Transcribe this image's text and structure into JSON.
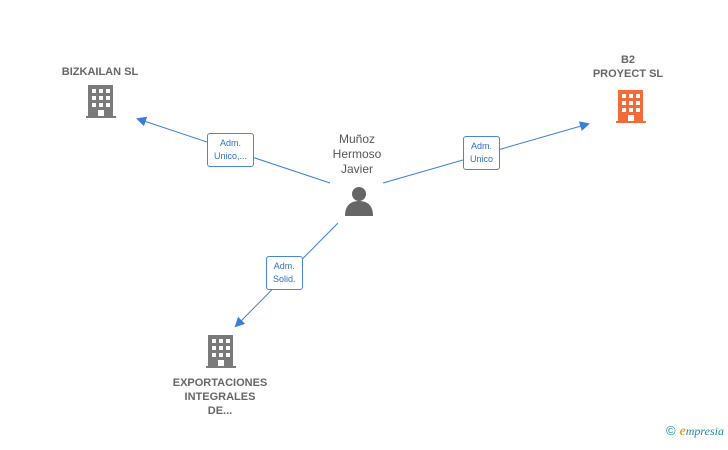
{
  "colors": {
    "edge": "#3b7dd8",
    "company_gray": "#7a7a7a",
    "company_highlight": "#f26b3a",
    "person": "#666666"
  },
  "nodes": {
    "person": {
      "line1": "Muñoz",
      "line2": "Hermoso",
      "line3": "Javier",
      "icon": "person-icon"
    },
    "bizkailan": {
      "name": "BIZKAILAN  SL",
      "icon": "building-icon"
    },
    "b2": {
      "line1": "B2",
      "line2": "PROYECT  SL",
      "icon": "building-icon"
    },
    "exportaciones": {
      "line1": "EXPORTACIONES",
      "line2": "INTEGRALES",
      "line3": "DE...",
      "icon": "building-icon"
    }
  },
  "edges": {
    "to_bizkailan": {
      "line1": "Adm.",
      "line2": "Unico,..."
    },
    "to_b2": {
      "line1": "Adm.",
      "line2": "Unico"
    },
    "to_exportaciones": {
      "line1": "Adm.",
      "line2": "Solid."
    }
  },
  "footer": {
    "copyright": "©",
    "brand_initial": "e",
    "brand_rest": "mpresia"
  }
}
